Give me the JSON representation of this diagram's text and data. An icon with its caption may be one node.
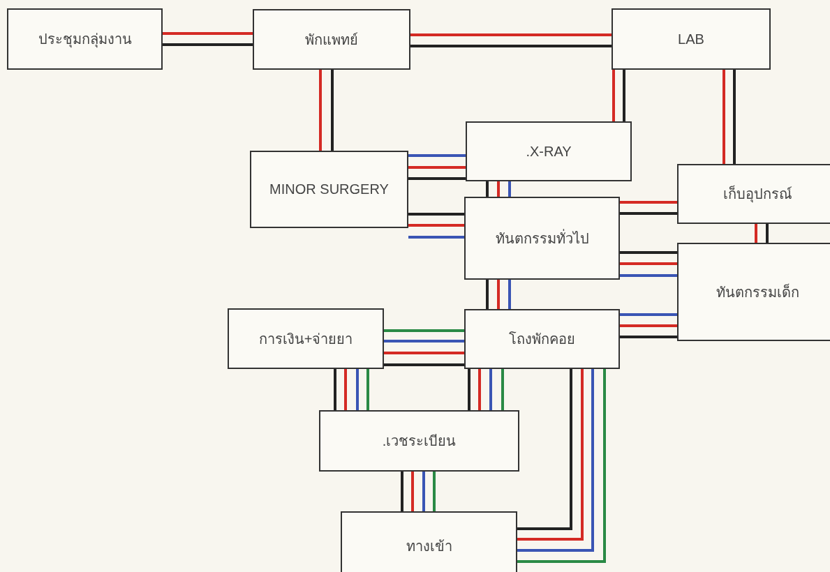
{
  "diagram": {
    "nodes": [
      {
        "text": [
          "ประชุมกลุ่มงาน"
        ]
      },
      {
        "text": [
          "พักแพทย์"
        ]
      },
      {
        "text": [
          "LAB"
        ]
      },
      {
        "text": [
          ".X-RAY"
        ]
      },
      {
        "text": [
          "MINOR SURGERY"
        ]
      },
      {
        "text": [
          "เก็บอุปกรณ์"
        ]
      },
      {
        "text": [
          "ทันตกรรมทั่วไป"
        ]
      },
      {
        "text": [
          "ทันตกรรมเด็ก"
        ]
      },
      {
        "text": [
          "การเงิน+จ่ายยา"
        ]
      },
      {
        "text": [
          "โถงพักคอย"
        ]
      },
      {
        "text": [
          ".เวชระเบียน"
        ]
      },
      {
        "text": [
          "ทางเข้า"
        ]
      }
    ],
    "edges": [
      {
        "from": 0,
        "to": 1,
        "arrow": "none",
        "color": "#d42a24"
      },
      {
        "from": 0,
        "to": 1,
        "arrow": "none",
        "color": "#222222"
      },
      {
        "from": 1,
        "to": 2,
        "arrow": "none",
        "color": "#d42a24"
      },
      {
        "from": 1,
        "to": 2,
        "arrow": "none",
        "color": "#222222"
      },
      {
        "from": 1,
        "to": 4,
        "arrow": "none",
        "color": "#d42a24"
      },
      {
        "from": 1,
        "to": 4,
        "arrow": "none",
        "color": "#222222"
      },
      {
        "from": 2,
        "to": 3,
        "arrow": "none",
        "color": "#d42a24"
      },
      {
        "from": 2,
        "to": 3,
        "arrow": "none",
        "color": "#222222"
      },
      {
        "from": 2,
        "to": 5,
        "arrow": "none",
        "color": "#d42a24"
      },
      {
        "from": 2,
        "to": 5,
        "arrow": "none",
        "color": "#222222"
      },
      {
        "from": 4,
        "to": 3,
        "arrow": "none",
        "color": "#3a55b4"
      },
      {
        "from": 4,
        "to": 3,
        "arrow": "none",
        "color": "#d42a24"
      },
      {
        "from": 4,
        "to": 3,
        "arrow": "none",
        "color": "#222222"
      },
      {
        "from": 3,
        "to": 6,
        "arrow": "none",
        "color": "#222222"
      },
      {
        "from": 3,
        "to": 6,
        "arrow": "none",
        "color": "#d42a24"
      },
      {
        "from": 3,
        "to": 6,
        "arrow": "none",
        "color": "#3a55b4"
      },
      {
        "from": 4,
        "to": 6,
        "arrow": "none",
        "color": "#222222"
      },
      {
        "from": 4,
        "to": 6,
        "arrow": "none",
        "color": "#d42a24"
      },
      {
        "from": 4,
        "to": 6,
        "arrow": "none",
        "color": "#3a55b4"
      },
      {
        "from": 6,
        "to": 5,
        "arrow": "none",
        "color": "#d42a24"
      },
      {
        "from": 6,
        "to": 5,
        "arrow": "none",
        "color": "#222222"
      },
      {
        "from": 5,
        "to": 7,
        "arrow": "none",
        "color": "#d42a24"
      },
      {
        "from": 5,
        "to": 7,
        "arrow": "none",
        "color": "#222222"
      },
      {
        "from": 6,
        "to": 7,
        "arrow": "none",
        "color": "#222222"
      },
      {
        "from": 6,
        "to": 7,
        "arrow": "none",
        "color": "#d42a24"
      },
      {
        "from": 6,
        "to": 7,
        "arrow": "none",
        "color": "#3a55b4"
      },
      {
        "from": 6,
        "to": 9,
        "arrow": "none",
        "color": "#222222"
      },
      {
        "from": 6,
        "to": 9,
        "arrow": "none",
        "color": "#d42a24"
      },
      {
        "from": 6,
        "to": 9,
        "arrow": "none",
        "color": "#3a55b4"
      },
      {
        "from": 9,
        "to": 7,
        "arrow": "none",
        "color": "#3a55b4"
      },
      {
        "from": 9,
        "to": 7,
        "arrow": "none",
        "color": "#d42a24"
      },
      {
        "from": 9,
        "to": 7,
        "arrow": "none",
        "color": "#222222"
      },
      {
        "from": 8,
        "to": 9,
        "arrow": "none",
        "color": "#2a8a45"
      },
      {
        "from": 8,
        "to": 9,
        "arrow": "none",
        "color": "#3a55b4"
      },
      {
        "from": 8,
        "to": 9,
        "arrow": "none",
        "color": "#d42a24"
      },
      {
        "from": 8,
        "to": 9,
        "arrow": "none",
        "color": "#222222"
      },
      {
        "from": 8,
        "to": 10,
        "arrow": "none",
        "color": "#222222"
      },
      {
        "from": 8,
        "to": 10,
        "arrow": "none",
        "color": "#d42a24"
      },
      {
        "from": 8,
        "to": 10,
        "arrow": "none",
        "color": "#3a55b4"
      },
      {
        "from": 8,
        "to": 10,
        "arrow": "none",
        "color": "#2a8a45"
      },
      {
        "from": 9,
        "to": 10,
        "arrow": "none",
        "color": "#222222"
      },
      {
        "from": 9,
        "to": 10,
        "arrow": "none",
        "color": "#d42a24"
      },
      {
        "from": 9,
        "to": 10,
        "arrow": "none",
        "color": "#3a55b4"
      },
      {
        "from": 9,
        "to": 10,
        "arrow": "none",
        "color": "#2a8a45"
      },
      {
        "from": 10,
        "to": 11,
        "arrow": "none",
        "color": "#222222"
      },
      {
        "from": 10,
        "to": 11,
        "arrow": "none",
        "color": "#d42a24"
      },
      {
        "from": 10,
        "to": 11,
        "arrow": "none",
        "color": "#3a55b4"
      },
      {
        "from": 10,
        "to": 11,
        "arrow": "none",
        "color": "#2a8a45"
      },
      {
        "from": 9,
        "to": 11,
        "arrow": "none",
        "color": "#222222"
      },
      {
        "from": 9,
        "to": 11,
        "arrow": "none",
        "color": "#d42a24"
      },
      {
        "from": 9,
        "to": 11,
        "arrow": "none",
        "color": "#3a55b4"
      },
      {
        "from": 9,
        "to": 11,
        "arrow": "none",
        "color": "#2a8a45"
      }
    ]
  }
}
